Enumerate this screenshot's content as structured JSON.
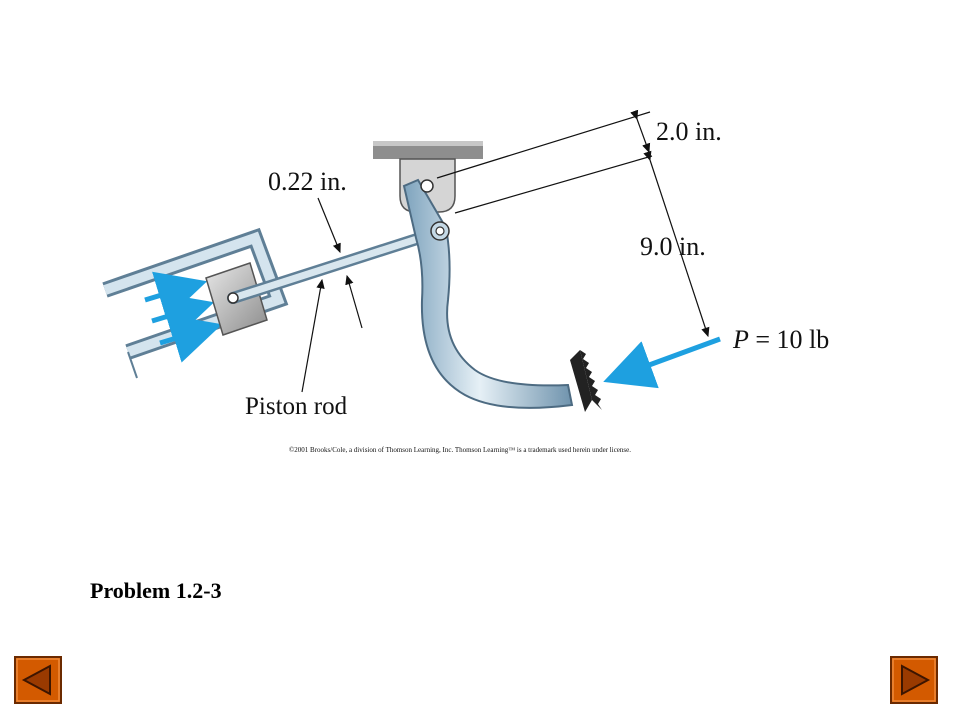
{
  "figure": {
    "dimensions": {
      "clevis_offset": "2.0 in.",
      "rod_diameter": "0.22 in.",
      "lever_arm": "9.0 in."
    },
    "load": {
      "symbol": "P",
      "rest": " = 10 lb"
    },
    "labels": {
      "piston_rod": "Piston rod"
    },
    "copyright": "©2001 Brooks/Cole, a division of Thomson Learning, Inc.  Thomson Learning™ is a trademark used herein under license."
  },
  "slide": {
    "title": "Problem 1.2-3"
  },
  "navigation": {
    "prev_icon": "triangle-left-icon",
    "next_icon": "triangle-right-icon"
  },
  "colors": {
    "steel_light": "#d8e6ee",
    "steel_mid": "#9fbfd4",
    "steel_dark": "#5f7f96",
    "arrow_blue": "#1ea0e0",
    "nav_fill": "#d35a00",
    "nav_border": "#6b2a00"
  }
}
